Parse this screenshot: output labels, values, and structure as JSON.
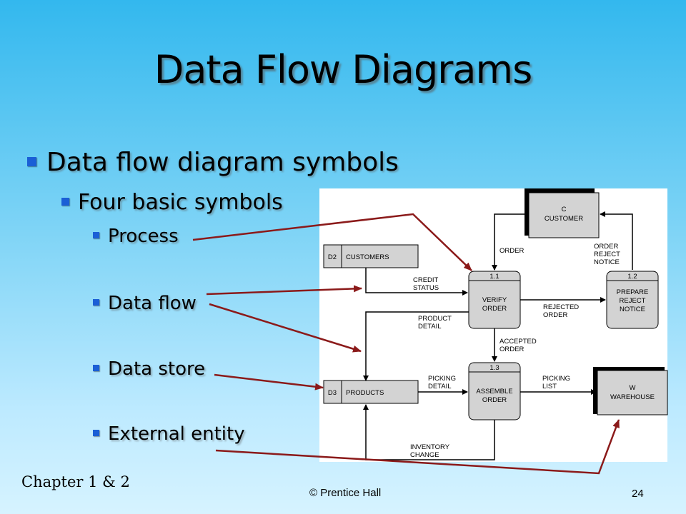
{
  "slide": {
    "title": "Data Flow Diagrams",
    "bullet1": "Data flow diagram symbols",
    "bullet2": "Four basic symbols",
    "symbols": [
      "Process",
      "Data flow",
      "Data store",
      "External entity"
    ],
    "footer_left": "Chapter 1 & 2",
    "footer_center": "© Prentice Hall",
    "page_number": "24"
  },
  "diagram": {
    "entity_customer": {
      "id": "C",
      "name": "CUSTOMER"
    },
    "entity_warehouse": {
      "id": "W",
      "name": "WAREHOUSE"
    },
    "store_customers": {
      "id": "D2",
      "name": "CUSTOMERS"
    },
    "store_products": {
      "id": "D3",
      "name": "PRODUCTS"
    },
    "process_verify": {
      "id": "1.1",
      "line1": "VERIFY",
      "line2": "ORDER"
    },
    "process_reject": {
      "id": "1.2",
      "line1": "PREPARE",
      "line2": "REJECT",
      "line3": "NOTICE"
    },
    "process_assemble": {
      "id": "1.3",
      "line1": "ASSEMBLE",
      "line2": "ORDER"
    },
    "flows": {
      "order": "ORDER",
      "order_reject_notice": [
        "ORDER",
        "REJECT",
        "NOTICE"
      ],
      "credit_status": [
        "CREDIT",
        "STATUS"
      ],
      "product_detail": [
        "PRODUCT",
        "DETAIL"
      ],
      "rejected_order": [
        "REJECTED",
        "ORDER"
      ],
      "accepted_order": [
        "ACCEPTED",
        "ORDER"
      ],
      "picking_detail": [
        "PICKING",
        "DETAIL"
      ],
      "picking_list": [
        "PICKING",
        "LIST"
      ],
      "inventory_change": [
        "INVENTORY",
        "CHANGE"
      ]
    }
  },
  "colors": {
    "bullet": "#1a5fd6",
    "pointer_arrow": "#8b1a1a",
    "symbol_fill": "#d3d3d3"
  }
}
